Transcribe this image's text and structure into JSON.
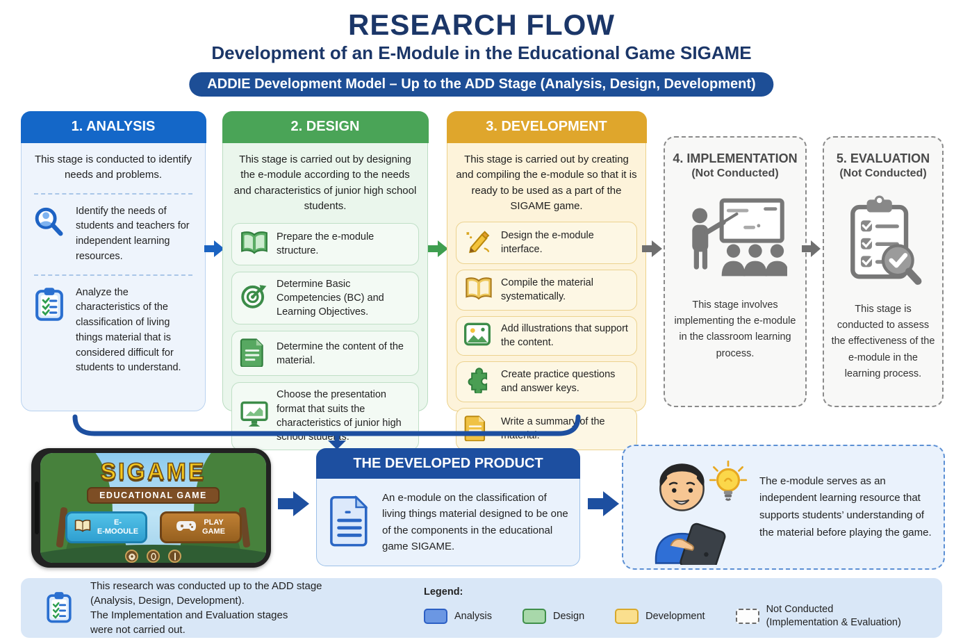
{
  "header": {
    "title": "RESEARCH FLOW",
    "subtitle": "Development of an E-Module in the Educational Game SIGAME",
    "banner": "ADDIE Development Model – Up to the ADD Stage (Analysis, Design, Development)"
  },
  "stages": {
    "analysis": {
      "title": "1. ANALYSIS",
      "description": "This stage is conducted to identify needs and problems.",
      "items": [
        {
          "icon": "magnifier-user-icon",
          "text": "Identify the needs of students and teachers for independent learning resources."
        },
        {
          "icon": "clipboard-checklist-icon",
          "text": "Analyze the characteristics of the classification of living things material that is considered difficult for students to understand."
        }
      ]
    },
    "design": {
      "title": "2. DESIGN",
      "description": "This stage is carried out by designing the e-module according to the needs and characteristics of junior high school students.",
      "items": [
        {
          "icon": "open-book-icon",
          "text": "Prepare the e-module structure."
        },
        {
          "icon": "target-icon",
          "text": "Determine Basic Competencies (BC) and Learning Objectives."
        },
        {
          "icon": "document-icon",
          "text": "Determine the content of the material."
        },
        {
          "icon": "monitor-chart-icon",
          "text": "Choose the presentation format that suits the characteristics of junior high school students."
        }
      ]
    },
    "development": {
      "title": "3. DEVELOPMENT",
      "description": "This stage is carried out by creating and compiling the e-module so that it is ready to be used as a part of the SIGAME game.",
      "items": [
        {
          "icon": "pencil-icon",
          "text": "Design the e-module interface."
        },
        {
          "icon": "open-book-icon",
          "text": "Compile the material systematically."
        },
        {
          "icon": "image-icon",
          "text": "Add illustrations that support the content."
        },
        {
          "icon": "puzzle-icon",
          "text": "Create practice questions and answer keys."
        },
        {
          "icon": "document-icon",
          "text": "Write a summary of the material."
        }
      ]
    },
    "implementation": {
      "title": "4. IMPLEMENTATION",
      "subtitle": "(Not Conducted)",
      "description": "This stage involves implementing the e-module in the classroom learning process."
    },
    "evaluation": {
      "title": "5. EVALUATION",
      "subtitle": "(Not Conducted)",
      "description": "This stage is conducted to assess the effectiveness of the e-module in the learning process."
    }
  },
  "phone": {
    "game_title": "SIGAME",
    "game_banner": "EDUCATIONAL GAME",
    "emodule_button_line1": "E-",
    "emodule_button_line2": "E-MOOULE",
    "play_button_line1": "PLAY",
    "play_button_line2": "GAME"
  },
  "product": {
    "title": "THE DEVELOPED PRODUCT",
    "description": "An e-module on the classification of living things material designed to be one of the components in the educational game SIGAME."
  },
  "outcome": {
    "text": "The e-module serves as an independent learning resource that supports students’ understanding of the material before playing the game."
  },
  "footer": {
    "note_lines": [
      "This research was conducted up to the ADD stage",
      "(Analysis, Design, Development).",
      "The Implementation and Evaluation stages",
      "were not carried out."
    ],
    "legend": {
      "label": "Legend:",
      "items": [
        {
          "label": "Analysis",
          "fill": "#6b97e3",
          "border": "#2c5fc4"
        },
        {
          "label": "Design",
          "fill": "#a8d8aa",
          "border": "#3f8f4a"
        },
        {
          "label": "Development",
          "fill": "#fadf8e",
          "border": "#d8a92c"
        },
        {
          "label": "Not Conducted",
          "sublabel": "(Implementation & Evaluation)"
        }
      ]
    }
  },
  "colors": {
    "analysis": "#1467c8",
    "design": "#4aa457",
    "development": "#dfa62c",
    "not_conducted": "#8a8a8a",
    "navy": "#1d4fa0"
  }
}
